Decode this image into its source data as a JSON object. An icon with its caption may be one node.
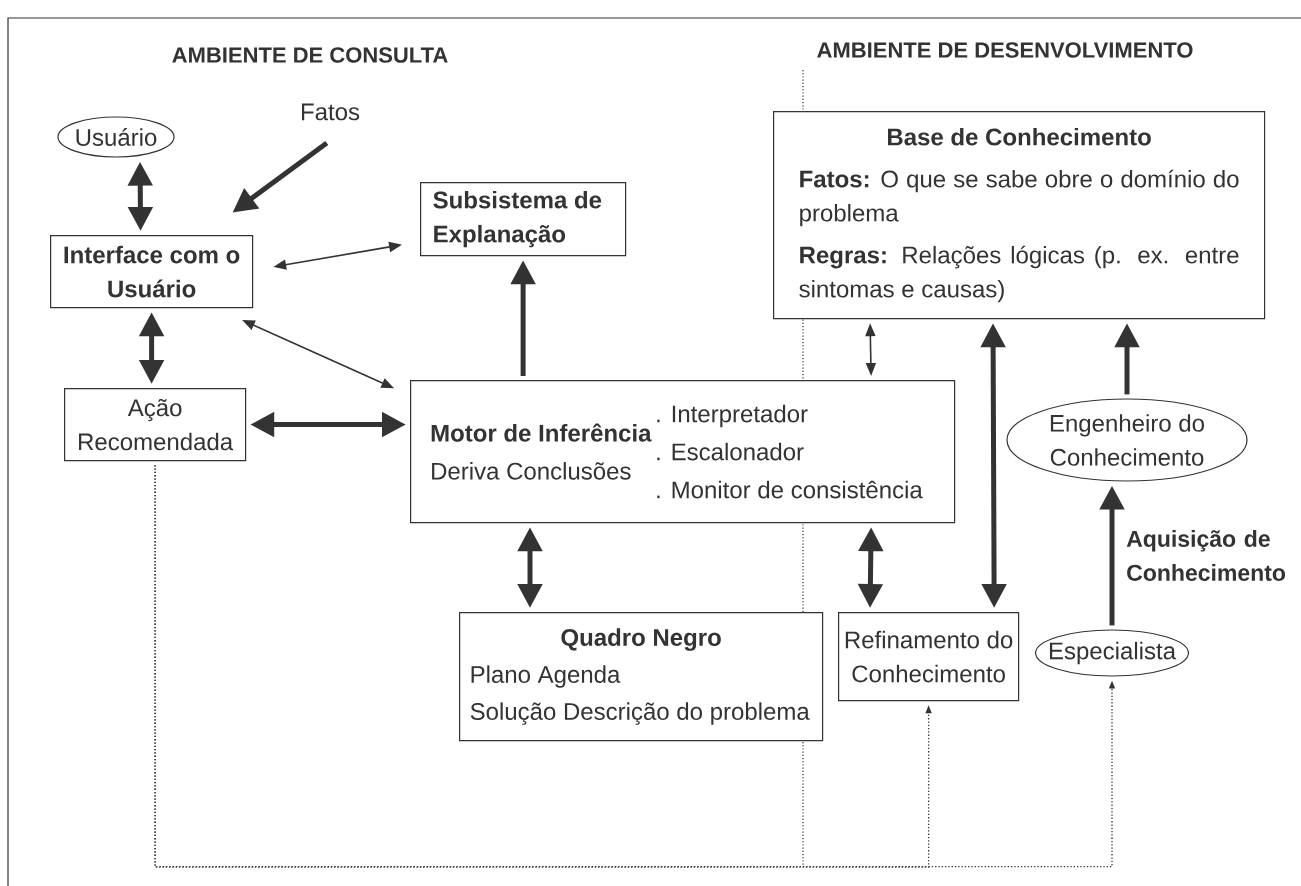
{
  "diagram": {
    "nodes": [
      {
        "text": [
          "Usuário"
        ]
      },
      {
        "text": [
          "Interface com o Usuário"
        ]
      },
      {
        "text": [
          "Fatos"
        ]
      },
      {
        "text": [
          "Subsistema de Explanação"
        ]
      },
      {
        "text": [
          "Ação Recomendada"
        ]
      },
      {
        "text": [
          "Motor de Inferência",
          "Deriva Conclusões",
          ". Interpretador",
          ". Escalonador",
          ". Monitor de consistência"
        ]
      },
      {
        "text": [
          "Base de Conhecimento",
          "**Fatos:** O que se sabe obre o domínio do problema",
          "**Regras:** Relações lógicas (p. ex. entre sintomas e causas)"
        ]
      },
      {
        "text": [
          "Engenheiro do Conhecimento"
        ]
      },
      {
        "text": [
          "Quadro Negro",
          "Plano Agenda",
          "Solução Descrição do problema"
        ]
      },
      {
        "text": [
          "Refinamento do Conhecimento"
        ]
      },
      {
        "text": [
          "Especialista"
        ]
      }
    ],
    "edges": [
      {
        "from": 0,
        "to": 1,
        "arrow": "both"
      },
      {
        "from": 2,
        "to": 1,
        "arrow": "to"
      },
      {
        "from": 1,
        "to": 3,
        "arrow": "both"
      },
      {
        "from": 1,
        "to": 5,
        "arrow": "both"
      },
      {
        "from": 1,
        "to": 4,
        "arrow": "both"
      },
      {
        "from": 5,
        "to": 3,
        "arrow": "to"
      },
      {
        "from": 4,
        "to": 5,
        "arrow": "both"
      },
      {
        "from": 5,
        "to": 8,
        "arrow": "both"
      },
      {
        "from": 6,
        "to": 5,
        "arrow": "both"
      },
      {
        "from": 9,
        "to": 6,
        "arrow": "both"
      },
      {
        "from": 5,
        "to": 9,
        "arrow": "both"
      },
      {
        "from": 7,
        "to": 6,
        "arrow": "to"
      },
      {
        "from": 10,
        "to": 7,
        "arrow": "to",
        "label": "Aquisição de Conhecimento"
      },
      {
        "from": 4,
        "to": 9,
        "arrow": "to",
        "style": "dashed"
      },
      {
        "from": 4,
        "to": 10,
        "arrow": "to",
        "style": "dashed"
      }
    ],
    "labels": [
      "AMBIENTE DE CONSULTA",
      "AMBIENTE DE DESENVOLVIMENTO"
    ]
  }
}
